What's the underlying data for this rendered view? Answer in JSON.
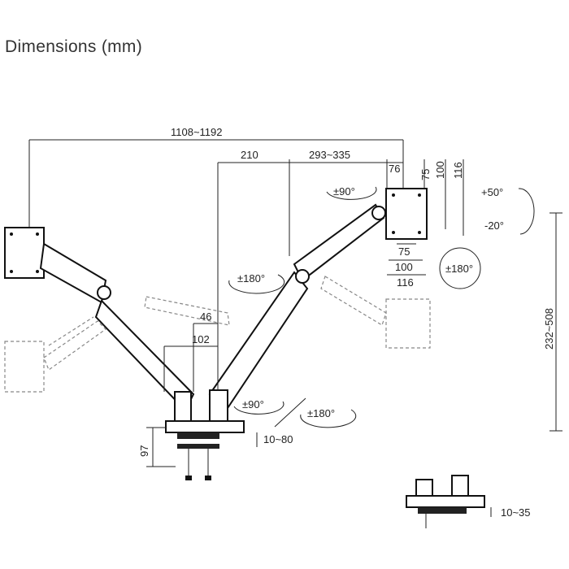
{
  "title": "Dimensions (mm)",
  "dimensions": {
    "total_width": "1108~1192",
    "pole_to_joint": "210",
    "arm_reach": "293~335",
    "vesa_offset": "76",
    "vesa_75": "75",
    "vesa_100": "100",
    "vesa_116": "116",
    "pole_offset_46": "46",
    "pole_offset_102": "102",
    "height_range": "232~508",
    "base_height": "97",
    "clamp_range": "10~80",
    "grommet_range": "10~35"
  },
  "rotations": {
    "swivel_top": "±90°",
    "tilt_up": "+50°",
    "tilt_down": "-20°",
    "rotate": "±180°",
    "arm_rotate": "±180°",
    "base_swivel_1": "±90°",
    "base_swivel_2": "±180°"
  }
}
